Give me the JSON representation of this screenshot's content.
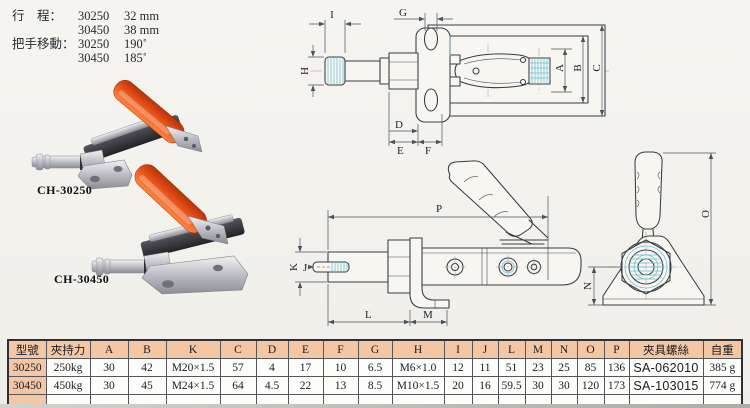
{
  "specs": {
    "line1": {
      "label": "行　程：",
      "model": "30250",
      "value": "32 mm"
    },
    "line2": {
      "label": "",
      "model": "30450",
      "value": "38 mm"
    },
    "line3": {
      "label": "把手移動：",
      "model": "30250",
      "value": "190˚"
    },
    "line4": {
      "label": "",
      "model": "30450",
      "value": "185˚"
    }
  },
  "products": {
    "p1": {
      "name": "CH-30250"
    },
    "p2": {
      "name": "CH-30450"
    }
  },
  "drawings": {
    "top": {
      "G": "G",
      "I": "I",
      "H": "H",
      "A": "A",
      "B": "B",
      "C": "C",
      "D": "D",
      "E": "E",
      "F": "F"
    },
    "side": {
      "P": "P",
      "K": "K",
      "J": "J",
      "L": "L",
      "M": "M"
    },
    "end": {
      "N": "N",
      "O": "O"
    }
  },
  "colors": {
    "accent": "#f3c7a4",
    "handle_orange": "#e8501a",
    "hatch_teal": "#62bfd2"
  },
  "table": {
    "headers": [
      "型號",
      "夾持力",
      "A",
      "B",
      "K",
      "C",
      "D",
      "E",
      "F",
      "G",
      "H",
      "I",
      "J",
      "L",
      "M",
      "N",
      "O",
      "P",
      "夾具螺絲",
      "自重"
    ],
    "rows": [
      [
        "30250",
        "250kg",
        "30",
        "42",
        "M20×1.5",
        "57",
        "4",
        "17",
        "10",
        "6.5",
        "M6×1.0",
        "12",
        "11",
        "51",
        "23",
        "25",
        "85",
        "136",
        "SA-062010",
        "385 g"
      ],
      [
        "30450",
        "450kg",
        "30",
        "45",
        "M24×1.5",
        "64",
        "4.5",
        "22",
        "13",
        "8.5",
        "M10×1.5",
        "20",
        "16",
        "59.5",
        "30",
        "30",
        "120",
        "173",
        "SA-103015",
        "774 g"
      ],
      [
        "",
        "",
        "",
        "",
        "",
        "",
        "",
        "",
        "",
        "",
        "",
        "",
        "",
        "",
        "",
        "",
        "",
        "",
        "",
        ""
      ]
    ]
  }
}
